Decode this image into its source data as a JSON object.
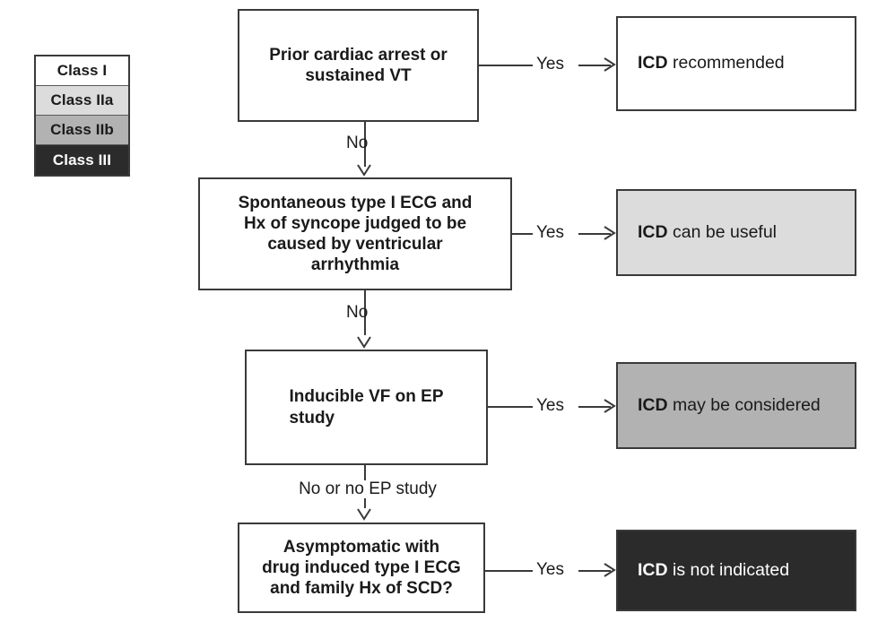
{
  "legend": {
    "name": "recommendation-class-legend",
    "items": [
      {
        "label": "Class I",
        "bg": "#ffffff",
        "fg": "#1a1a1a"
      },
      {
        "label": "Class IIa",
        "bg": "#dcdcdc",
        "fg": "#1a1a1a"
      },
      {
        "label": "Class IIb",
        "bg": "#b2b2b2",
        "fg": "#1a1a1a"
      },
      {
        "label": "Class III",
        "bg": "#2b2b2b",
        "fg": "#ffffff"
      }
    ]
  },
  "decisions": [
    {
      "id": "q1",
      "line1": "Prior cardiac arrest or",
      "line2": "sustained VT",
      "line3": "",
      "line4": ""
    },
    {
      "id": "q2",
      "line1": "Spontaneous type I ECG and",
      "line2": "Hx of syncope judged to be",
      "line3": "caused by ventricular",
      "line4": "arrhythmia"
    },
    {
      "id": "q3",
      "line1": "Inducible VF on EP",
      "line2": "study",
      "line3": "",
      "line4": ""
    },
    {
      "id": "q4",
      "line1": "Asymptomatic with",
      "line2": "drug induced type I ECG",
      "line3": "and family Hx of SCD?",
      "line4": ""
    }
  ],
  "outcomes": [
    {
      "id": "o1",
      "strong": "ICD",
      "rest": " recommended",
      "bg": "#ffffff",
      "fg": "#1a1a1a",
      "class": "Class I"
    },
    {
      "id": "o2",
      "strong": "ICD",
      "rest": " can be useful",
      "bg": "#dcdcdc",
      "fg": "#1a1a1a",
      "class": "Class IIa"
    },
    {
      "id": "o3",
      "strong": "ICD",
      "rest": " may be considered",
      "bg": "#b2b2b2",
      "fg": "#1a1a1a",
      "class": "Class IIb"
    },
    {
      "id": "o4",
      "strong": "ICD",
      "rest": " is not indicated",
      "bg": "#2b2b2b",
      "fg": "#ffffff",
      "class": "Class III"
    }
  ],
  "edges": {
    "yes1": "Yes",
    "yes2": "Yes",
    "yes3": "Yes",
    "yes4": "Yes",
    "no1": "No",
    "no2": "No",
    "no3": "No or no EP study"
  },
  "colors": {
    "stroke": "#3a3a3a",
    "text": "#1a1a1a",
    "class_i": "#ffffff",
    "class_iia": "#dcdcdc",
    "class_iib": "#b2b2b2",
    "class_iii": "#2b2b2b"
  }
}
